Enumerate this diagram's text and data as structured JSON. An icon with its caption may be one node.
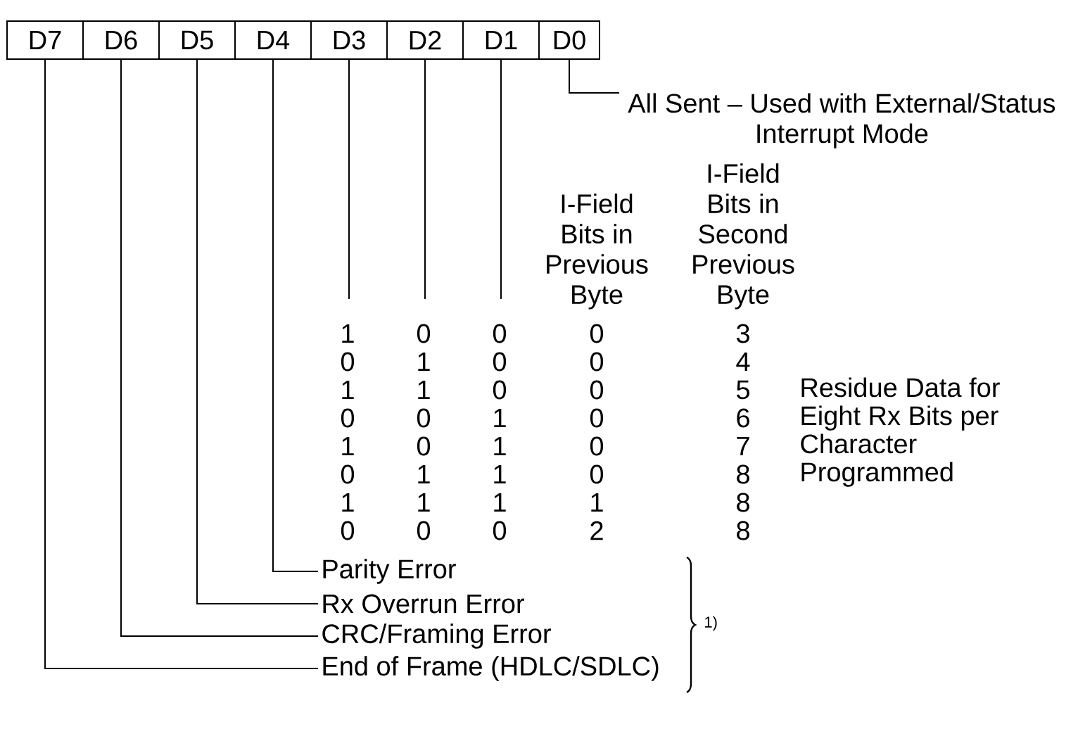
{
  "diagram": {
    "nodes": [
      {
        "text": [
          "D7"
        ]
      },
      {
        "text": [
          "D6"
        ]
      },
      {
        "text": [
          "D5"
        ]
      },
      {
        "text": [
          "D4"
        ]
      },
      {
        "text": [
          "D3"
        ]
      },
      {
        "text": [
          "D2"
        ]
      },
      {
        "text": [
          "D1"
        ]
      },
      {
        "text": [
          "D0"
        ]
      },
      {
        "text": [
          "All Sent – Used with External/Status Interrupt Mode"
        ]
      },
      {
        "text": [
          "Parity Error"
        ]
      },
      {
        "text": [
          "Rx Overrun Error"
        ]
      },
      {
        "text": [
          "CRC/Framing Error"
        ]
      },
      {
        "text": [
          "End of Frame (HDLC/SDLC)"
        ]
      }
    ],
    "edges": [
      {
        "from": 7,
        "to": 8,
        "arrow": "none"
      },
      {
        "from": 4,
        "to": null,
        "arrow": "none"
      },
      {
        "from": 5,
        "to": null,
        "arrow": "none"
      },
      {
        "from": 6,
        "to": null,
        "arrow": "none"
      },
      {
        "from": 3,
        "to": 9,
        "arrow": "none"
      },
      {
        "from": 2,
        "to": 10,
        "arrow": "none"
      },
      {
        "from": 1,
        "to": 11,
        "arrow": "none"
      },
      {
        "from": 0,
        "to": 12,
        "arrow": "none"
      }
    ],
    "labels": [
      "I-Field Bits in Previous Byte",
      "I-Field Bits in Second Previous Byte",
      "1",
      "0",
      "0",
      "0",
      "3",
      "0",
      "1",
      "0",
      "0",
      "4",
      "1",
      "1",
      "0",
      "0",
      "5",
      "0",
      "0",
      "1",
      "0",
      "6",
      "1",
      "0",
      "1",
      "0",
      "7",
      "0",
      "1",
      "1",
      "0",
      "8",
      "1",
      "1",
      "1",
      "1",
      "8",
      "0",
      "0",
      "0",
      "2",
      "8",
      "Residue Data for Eight Rx Bits per Character Programmed",
      "1)"
    ]
  }
}
